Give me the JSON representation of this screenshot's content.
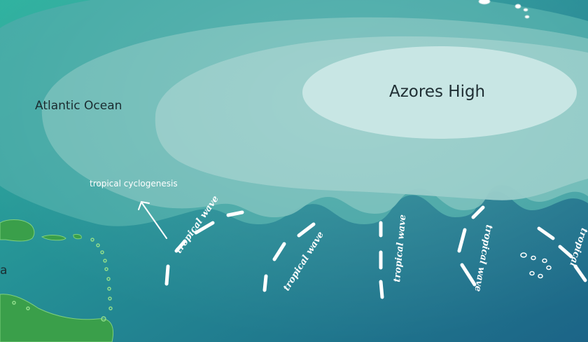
{
  "map": {
    "labels": {
      "ocean": "Atlantic Ocean",
      "high_pressure": "Azores High",
      "cyclogenesis": "tropical cyclogenesis",
      "edge_fragment": "a"
    },
    "tropical_waves": [
      {
        "label": "tropical wave"
      },
      {
        "label": "tropical wave"
      },
      {
        "label": "tropical wave"
      },
      {
        "label": "tropical wave"
      },
      {
        "label": "tropical"
      }
    ],
    "colors": {
      "ocean_deep": "#1f6f86",
      "ocean_teal": "#2fa79b",
      "outer_band": "#4ab0a8",
      "middle_band": "#6fbcb7",
      "inner_band": "#8ec8c6",
      "high_center": "#c7e5e3",
      "land": "#3a9f4a",
      "wave_marks": "#ffffff"
    }
  }
}
